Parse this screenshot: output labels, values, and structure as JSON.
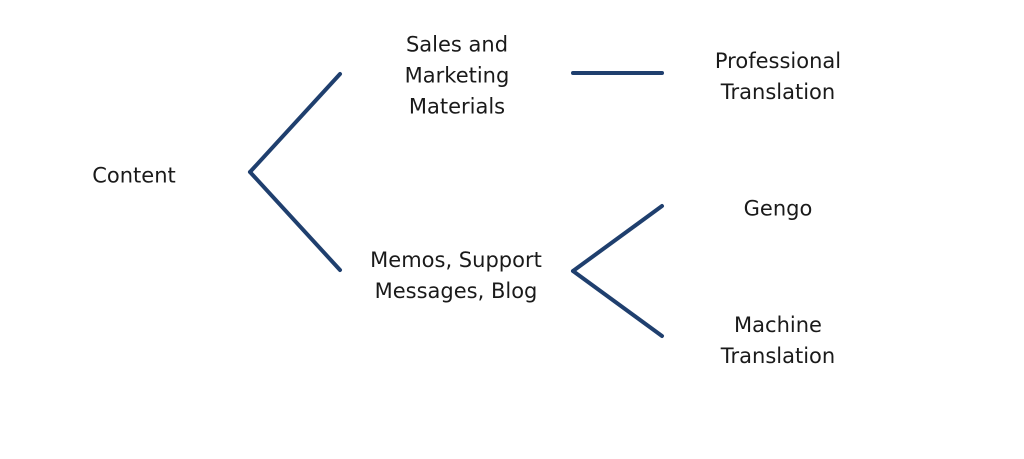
{
  "diagram": {
    "type": "tree",
    "line_color": "#1f3f6e",
    "nodes": {
      "root": {
        "lines": [
          "Content"
        ]
      },
      "sales": {
        "lines": [
          "Sales and",
          "Marketing",
          "Materials"
        ]
      },
      "memos": {
        "lines": [
          "Memos, Support",
          "Messages, Blog"
        ]
      },
      "professional": {
        "lines": [
          "Professional",
          "Translation"
        ]
      },
      "gengo": {
        "lines": [
          "Gengo"
        ]
      },
      "machine": {
        "lines": [
          "Machine",
          "Translation"
        ]
      }
    },
    "edges": [
      {
        "from": "Content",
        "to": "Sales and Marketing Materials"
      },
      {
        "from": "Content",
        "to": "Memos, Support Messages, Blog"
      },
      {
        "from": "Sales and Marketing Materials",
        "to": "Professional Translation"
      },
      {
        "from": "Memos, Support Messages, Blog",
        "to": "Gengo"
      },
      {
        "from": "Memos, Support Messages, Blog",
        "to": "Machine Translation"
      }
    ]
  }
}
